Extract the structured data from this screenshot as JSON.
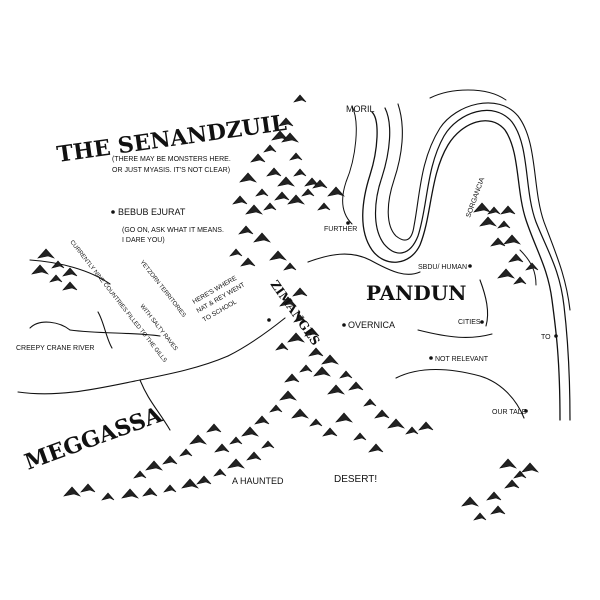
{
  "map": {
    "regions": {
      "senandzuil": "THE SENANDZUIL",
      "pandun": "PANDUN",
      "meggassa": "MEGGASSA",
      "zimanges": "ZIMANGES"
    },
    "notes": {
      "monsters_line1": "(THERE MAY BE MONSTERS HERE.",
      "monsters_line2": "OR JUST MYASIS. IT'S NOT CLEAR)",
      "dare_line1": "(GO ON, ASK WHAT IT MEANS.",
      "dare_line2": "I DARE YOU)",
      "haunted": "A HAUNTED",
      "desert": "DESERT!",
      "school_line1": "HERE'S WHERE",
      "school_line2": "NAT & REY WENT",
      "school_line3": "TO SCHOOL",
      "nine_line1": "CURRENTLY NINE COUNTRIES FILLED TO THE GILLS",
      "nine_line2": "WITH SALTY RAVES",
      "yetzorn": "YETZORN TERRITORIES"
    },
    "places": {
      "bebub": "BEBUB EJURAT",
      "moril": "MORIL",
      "sorgancia": "SORGANCIA",
      "further": "FURTHER",
      "sbdu": "SBDU/ HUMAN",
      "overnica": "OVERNICA",
      "cities": "CITIES",
      "to": "TO",
      "not_relevant": "NOT RELEVANT",
      "our_tale": "OUR TALE",
      "river": "CREEPY CRANE RIVER"
    },
    "ink_color": "#111111",
    "paper_color": "#ffffff"
  }
}
